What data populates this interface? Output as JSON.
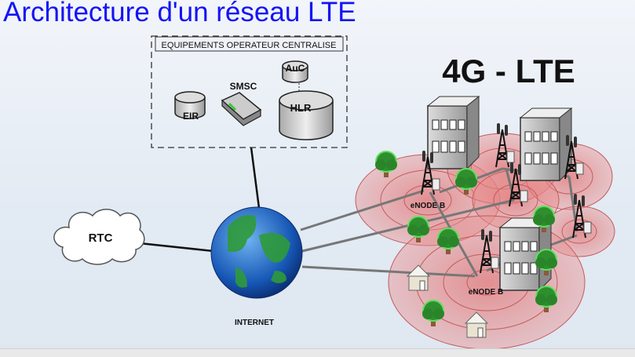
{
  "title": "Architecture d'un réseau LTE",
  "operator_box": {
    "header": "EQUIPEMENTS OPERATEUR CENTRALISE",
    "eir": "EIR",
    "smsc": "SMSC",
    "auc": "AuC",
    "hlr": "HLR"
  },
  "rtc": "RTC",
  "internet": "INTERNET",
  "lte_title": "4G - LTE",
  "enodeb_labels": [
    "eNODE B",
    "eNODE B"
  ],
  "colors": {
    "title": "#1414f5",
    "coverage": "#e06a6a",
    "link": "#777777"
  }
}
